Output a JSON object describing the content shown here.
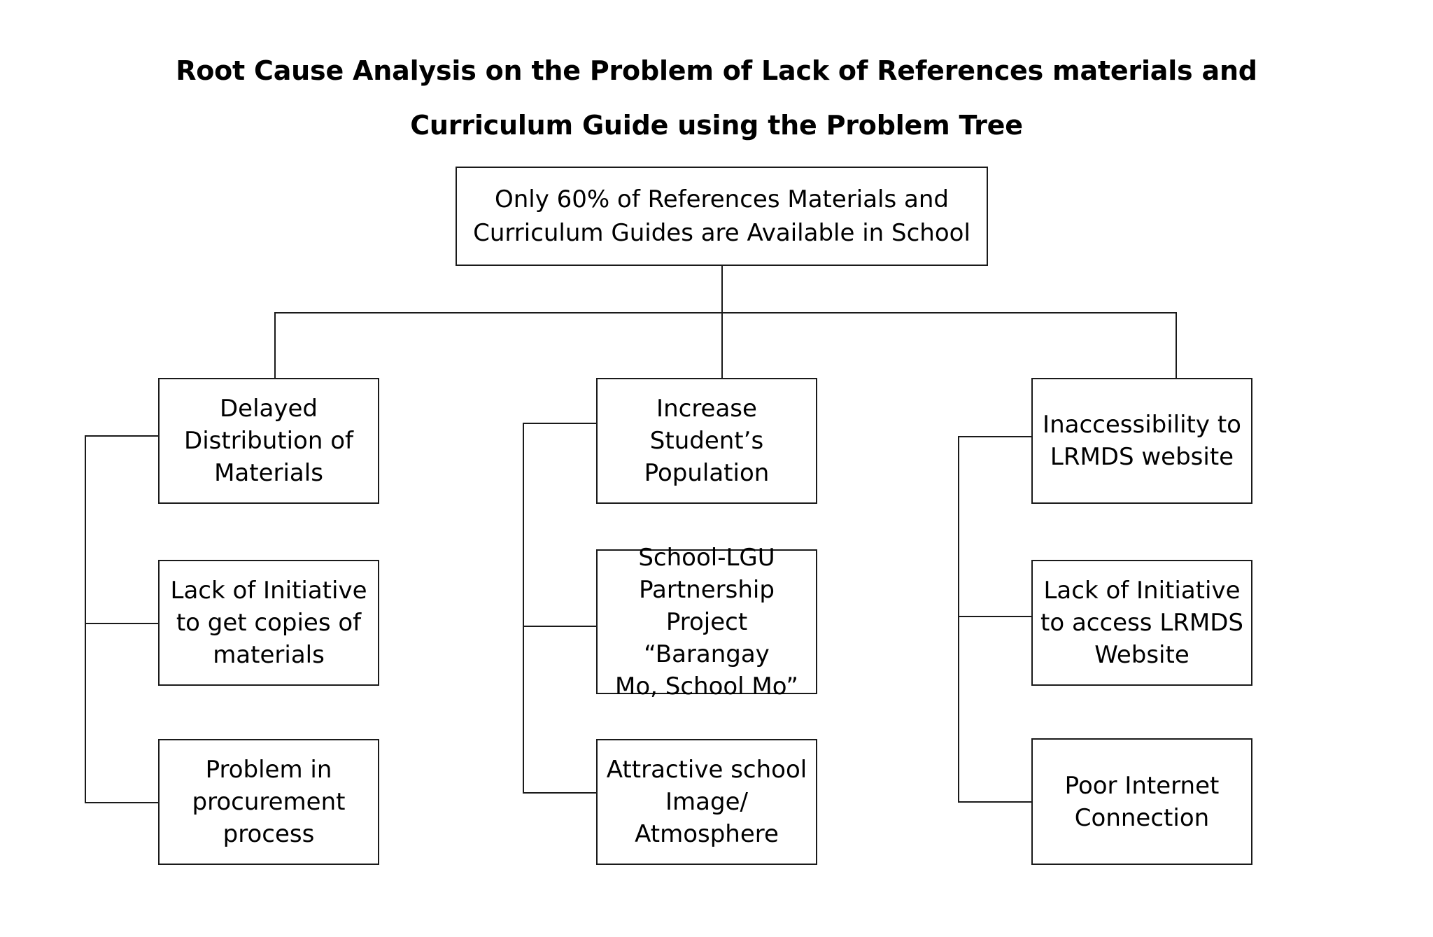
{
  "title": {
    "line1": "Root Cause Analysis on the Problem of Lack of References materials and",
    "line2": "Curriculum Guide using the Problem Tree"
  },
  "diagram": {
    "type": "problem-tree",
    "root": {
      "id": "root-problem",
      "text": "Only 60% of References Materials and\nCurriculum Guides are Available in School"
    },
    "branches": [
      {
        "id": "branch-delayed-distribution",
        "main": {
          "id": "cause-delayed-distribution",
          "text": "Delayed\nDistribution of\nMaterials"
        },
        "sub": [
          {
            "id": "cause-lack-initiative-copies",
            "text": "Lack of Initiative\nto get copies of\nmaterials"
          },
          {
            "id": "cause-problem-procurement",
            "text": "Problem in\nprocurement\nprocess"
          }
        ]
      },
      {
        "id": "branch-increase-population",
        "main": {
          "id": "cause-increase-student-population",
          "text": "Increase\nStudent’s\nPopulation"
        },
        "sub": [
          {
            "id": "cause-school-lgu-partnership",
            "text": "School-LGU\nPartnership\nProject “Barangay\nMo, School Mo”"
          },
          {
            "id": "cause-attractive-school-image",
            "text": "Attractive school\nImage/\nAtmosphere"
          }
        ]
      },
      {
        "id": "branch-inaccessibility-lrmds",
        "main": {
          "id": "cause-inaccessibility-lrmds",
          "text": "Inaccessibility to\nLRMDS website"
        },
        "sub": [
          {
            "id": "cause-lack-initiative-lrmds",
            "text": "Lack of Initiative\nto access LRMDS\nWebsite"
          },
          {
            "id": "cause-poor-internet",
            "text": "Poor Internet\nConnection"
          }
        ]
      }
    ],
    "colors": {
      "line": "#1a1a1a",
      "box_fill": "#ffffff",
      "text": "#000000",
      "background": "#ffffff"
    }
  }
}
